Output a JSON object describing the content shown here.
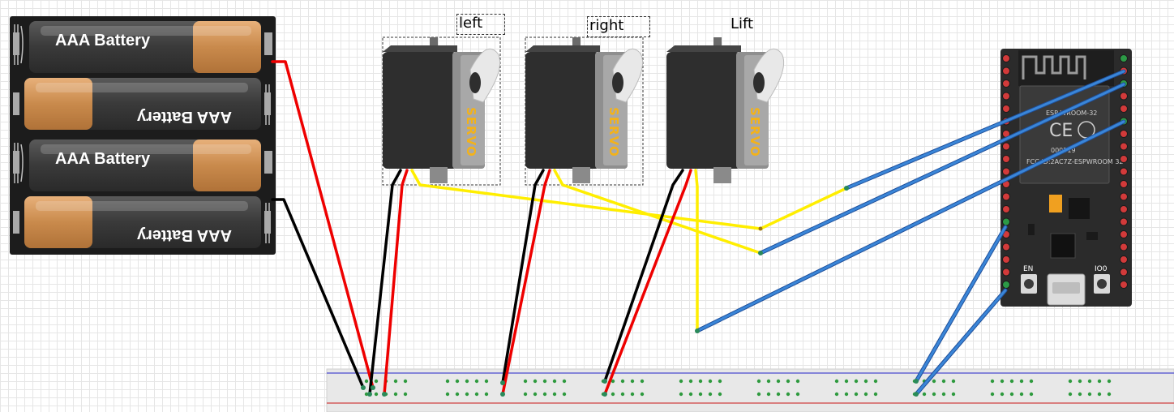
{
  "battery_pack": {
    "cells": [
      "AAA Battery",
      "AAA Battery",
      "AAA Battery",
      "AAA Battery"
    ]
  },
  "servos": [
    {
      "label": "left",
      "brand": "SERVO"
    },
    {
      "label": "right",
      "brand": "SERVO"
    },
    {
      "label": "Lift",
      "brand": "SERVO"
    }
  ],
  "esp32": {
    "module": "ESP-WROOM-32",
    "fcc": "FCC ID:2AC7Z-ESPWROOM 32",
    "code": "000519",
    "button_en": "EN",
    "button_io0": "IO0"
  },
  "colors": {
    "wire_power": "#ee0000",
    "wire_ground": "#000000",
    "wire_signal": "#ffee00",
    "wire_jumper": "#2a6fc4",
    "breadboard": "#eaeaea"
  }
}
